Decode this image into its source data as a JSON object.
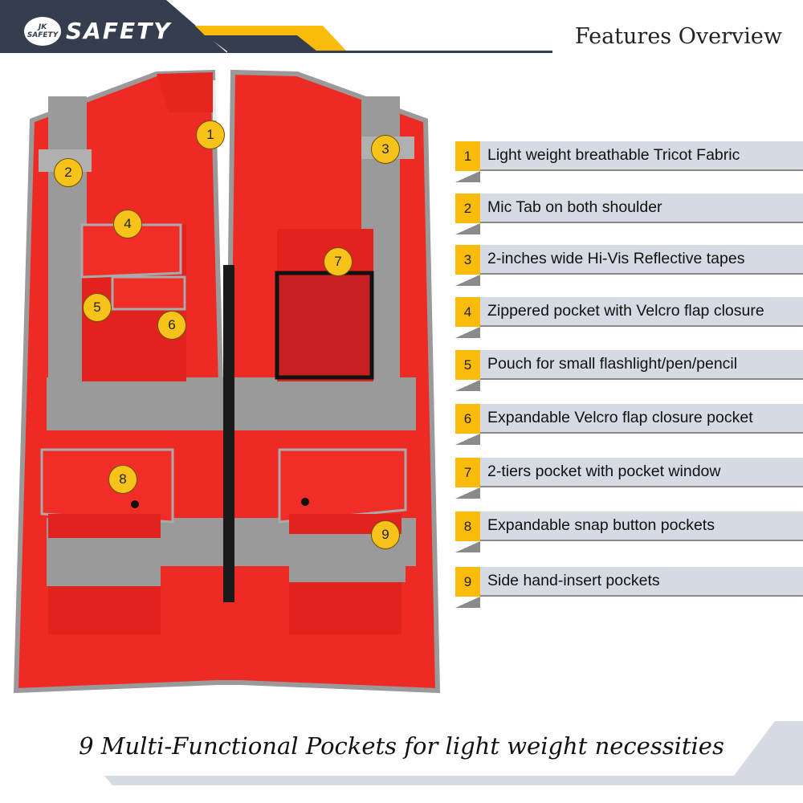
{
  "header": {
    "brand": "JK SAFETY",
    "logo_text": "SAFETY",
    "title": "Features Overview"
  },
  "colors": {
    "navy": "#343e4f",
    "yellow": "#fbbb0b",
    "vest_red": "#ee2a24",
    "reflective_gray": "#9a9a9a",
    "bar_gray": "#d5dae3"
  },
  "features": [
    {
      "num": "1",
      "label": "Light weight breathable Tricot Fabric"
    },
    {
      "num": "2",
      "label": "Mic Tab on both shoulder"
    },
    {
      "num": "3",
      "label": "2-inches wide Hi-Vis Reflective tapes"
    },
    {
      "num": "4",
      "label": "Zippered pocket with Velcro flap closure"
    },
    {
      "num": "5",
      "label": "Pouch for small flashlight/pen/pencil"
    },
    {
      "num": "6",
      "label": "Expandable Velcro flap closure pocket"
    },
    {
      "num": "7",
      "label": "2-tiers pocket with pocket window"
    },
    {
      "num": "8",
      "label": "Expandable snap button pockets"
    },
    {
      "num": "9",
      "label": "Side hand-insert pockets"
    }
  ],
  "tagline": "9 Multi-Functional Pockets for light weight necessities"
}
